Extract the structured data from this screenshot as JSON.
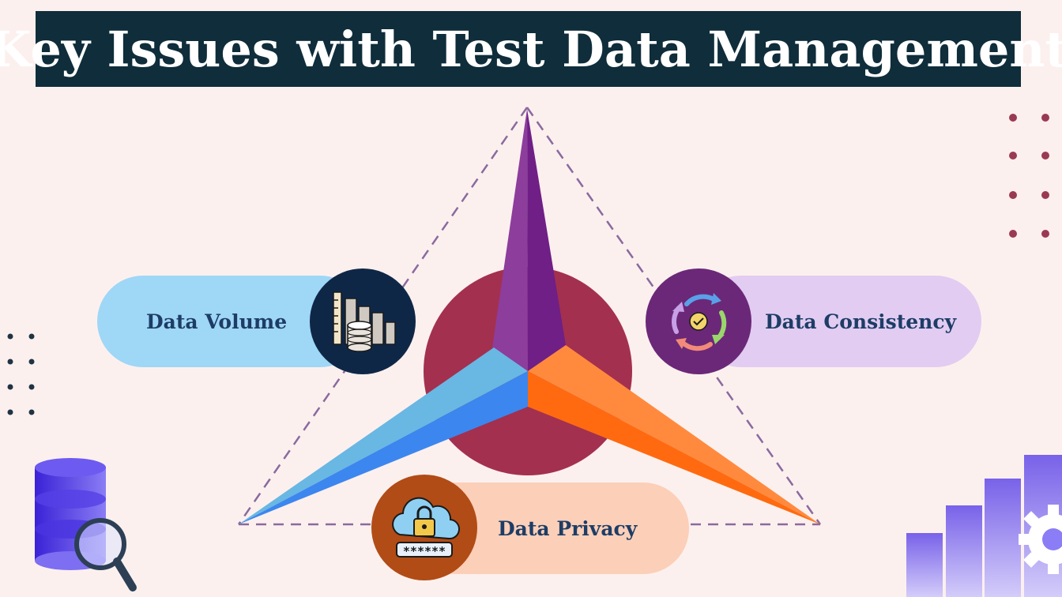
{
  "title": "Key Issues with Test Data Management",
  "issues": {
    "volume": {
      "label": "Data Volume",
      "icon": "database-chart-icon",
      "pill_color": "#9fd7f6",
      "badge_color": "#0f2747"
    },
    "consistency": {
      "label": "Data Consistency",
      "icon": "sync-cycle-icon",
      "pill_color": "#e2ccf2",
      "badge_color": "#6b2878"
    },
    "privacy": {
      "label": "Data Privacy",
      "icon": "cloud-lock-icon",
      "pill_color": "#fccfb8",
      "badge_color": "#b14c16"
    }
  },
  "privacy_password_mask": "******",
  "colors": {
    "background": "#fcf0ee",
    "title_bar": "#0f2d3a",
    "center_circle": "#a3304f",
    "spike_top": "#7b2a8c",
    "spike_left": "#4a9be0",
    "spike_right": "#ff6a1a",
    "dashed_triangle": "#8a6aa0",
    "dots": "#9a3a52"
  }
}
